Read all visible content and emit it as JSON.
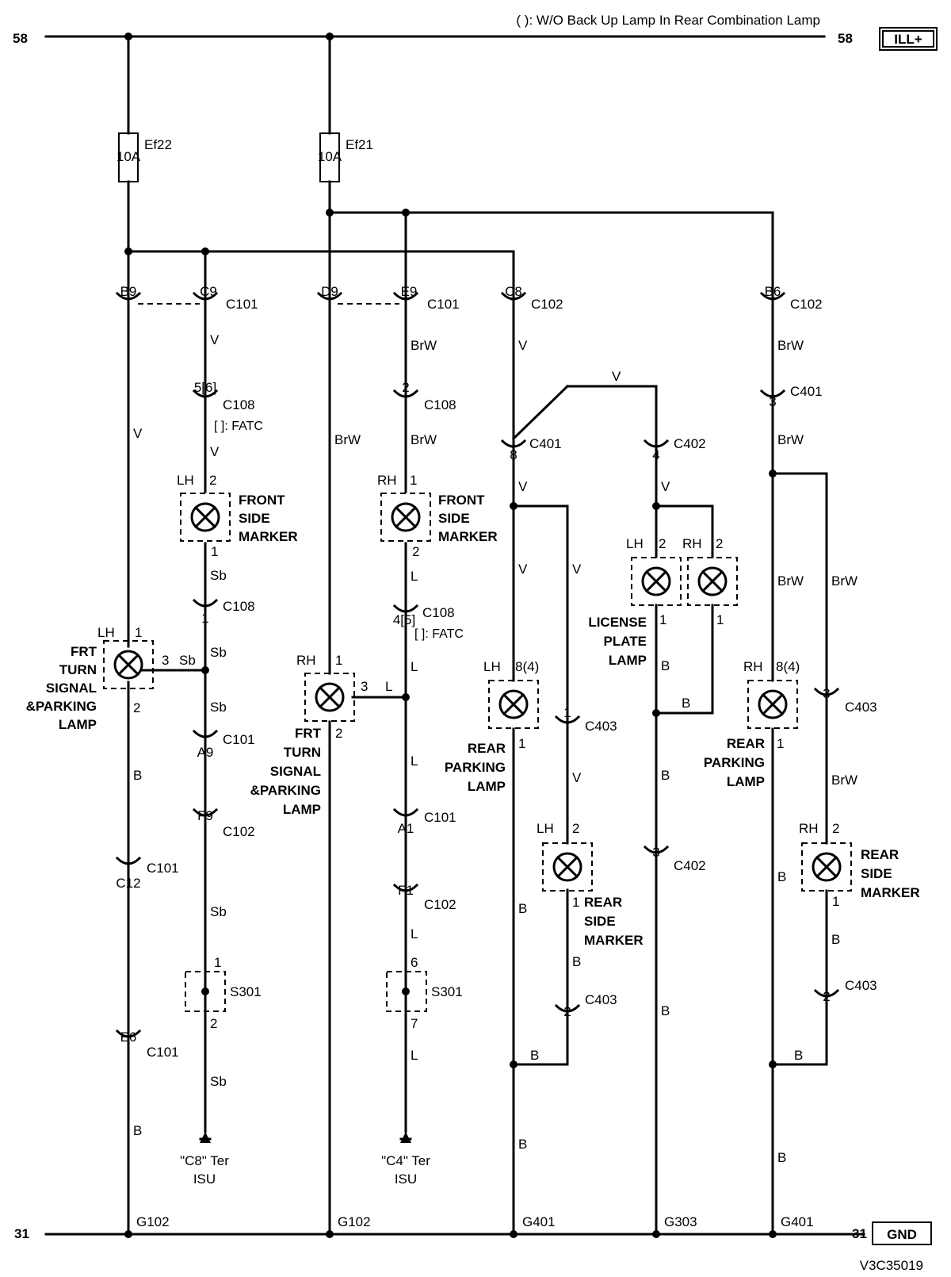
{
  "note": "( ): W/O Back Up Lamp In Rear Combination Lamp",
  "buses": {
    "top_left": "58",
    "top_right": "58",
    "top_tag": "ILL+",
    "bottom_left": "31",
    "bottom_right": "31",
    "bottom_tag": "GND"
  },
  "diagram_code": "V3C35019",
  "fuses": [
    {
      "name": "Ef22",
      "rating": "10A"
    },
    {
      "name": "Ef21",
      "rating": "10A"
    }
  ],
  "connectors": [
    {
      "pin": "B9",
      "name": "C101"
    },
    {
      "pin": "C9",
      "name": "C101"
    },
    {
      "pin": "D9",
      "name": "C101"
    },
    {
      "pin": "E9",
      "name": "C101"
    },
    {
      "pin": "C8",
      "name": "C102"
    },
    {
      "pin": "B6",
      "name": "C102"
    },
    {
      "pin": "5[6]",
      "name": "C108"
    },
    {
      "pin": "2",
      "name": "C108"
    },
    {
      "pin": "3",
      "name": "C401"
    },
    {
      "pin": "8",
      "name": "C401"
    },
    {
      "pin": "4",
      "name": "C402"
    },
    {
      "pin": "1",
      "name": "C108"
    },
    {
      "pin": "4[5]",
      "name": "C108"
    },
    {
      "pin": "A9",
      "name": "C101"
    },
    {
      "pin": "F9",
      "name": "C102"
    },
    {
      "pin": "C12",
      "name": "C101"
    },
    {
      "pin": "E6",
      "name": "C101"
    },
    {
      "pin": "A1",
      "name": "C101"
    },
    {
      "pin": "F1",
      "name": "C102"
    },
    {
      "pin": "1",
      "name": "C403"
    },
    {
      "pin": "3",
      "name": "C403"
    },
    {
      "pin": "3",
      "name": "C402"
    },
    {
      "pin": "2",
      "name": "C403"
    },
    {
      "pin": "2",
      "name": "C403"
    }
  ],
  "fatc_notes": [
    "[ ]: FATC",
    "[ ]: FATC"
  ],
  "lamps": {
    "front_side_marker_lh": {
      "side": "LH",
      "label": [
        "FRONT",
        "SIDE",
        "MARKER"
      ],
      "pin_top": "2",
      "pin_bottom": "1"
    },
    "front_side_marker_rh": {
      "side": "RH",
      "label": [
        "FRONT",
        "SIDE",
        "MARKER"
      ],
      "pin_top": "1",
      "pin_bottom": "2"
    },
    "frt_turn_lh": {
      "side": "LH",
      "label": [
        "FRT",
        "TURN",
        "SIGNAL",
        "&PARKING",
        "LAMP"
      ],
      "pin_top": "1",
      "pin_side": "3",
      "pin_bottom": "2"
    },
    "frt_turn_rh": {
      "side": "RH",
      "label": [
        "FRT",
        "TURN",
        "SIGNAL",
        "&PARKING",
        "LAMP"
      ],
      "pin_top": "1",
      "pin_side": "3",
      "pin_bottom": "2"
    },
    "rear_parking_lh": {
      "side": "LH",
      "label": [
        "REAR",
        "PARKING",
        "LAMP"
      ],
      "pin_top": "8(4)",
      "pin_bottom": "1"
    },
    "rear_parking_rh": {
      "side": "RH",
      "label": [
        "REAR",
        "PARKING",
        "LAMP"
      ],
      "pin_top": "8(4)",
      "pin_bottom": "1"
    },
    "license_lh": {
      "side": "LH",
      "pin_top": "2",
      "pin_bottom": "1"
    },
    "license_rh": {
      "side": "RH",
      "pin_top": "2",
      "pin_bottom": "1"
    },
    "license_label": [
      "LICENSE",
      "PLATE",
      "LAMP"
    ],
    "rear_side_marker_lh": {
      "side": "LH",
      "label": [
        "REAR",
        "SIDE",
        "MARKER"
      ],
      "pin_top": "2",
      "pin_bottom": "1"
    },
    "rear_side_marker_rh": {
      "side": "RH",
      "label": [
        "REAR",
        "SIDE",
        "MARKER"
      ],
      "pin_top": "2",
      "pin_bottom": "1"
    }
  },
  "splices": [
    {
      "name": "S301",
      "pin_top": "1",
      "pin_bottom": "2"
    },
    {
      "name": "S301",
      "pin_top": "6",
      "pin_bottom": "7"
    }
  ],
  "terminals": [
    {
      "line1": "\"C8\" Ter",
      "line2": "ISU"
    },
    {
      "line1": "\"C4\" Ter",
      "line2": "ISU"
    }
  ],
  "grounds": [
    "G102",
    "G102",
    "G401",
    "G303",
    "G401"
  ],
  "wire_colors": {
    "V": "V",
    "BrW": "BrW",
    "Sb": "Sb",
    "L": "L",
    "B": "B"
  },
  "colors": {
    "wire": "#000000",
    "background": "#ffffff"
  }
}
